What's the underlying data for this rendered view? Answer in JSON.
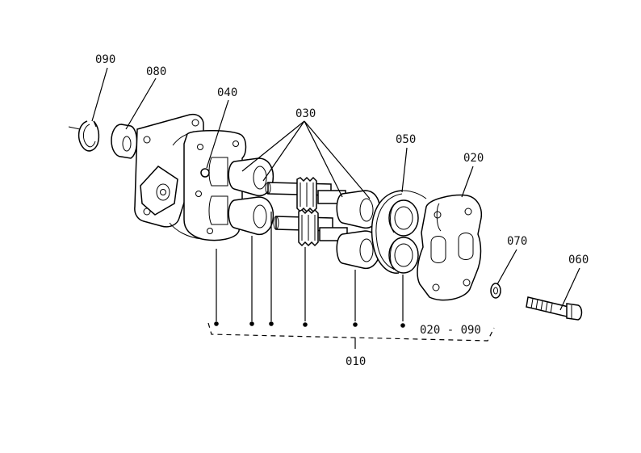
{
  "labels": {
    "p090": "090",
    "p080": "080",
    "p040": "040",
    "p030": "030",
    "p050": "050",
    "p020": "020",
    "p070": "070",
    "p060": "060",
    "range": "020 - 090",
    "p010": "010"
  }
}
